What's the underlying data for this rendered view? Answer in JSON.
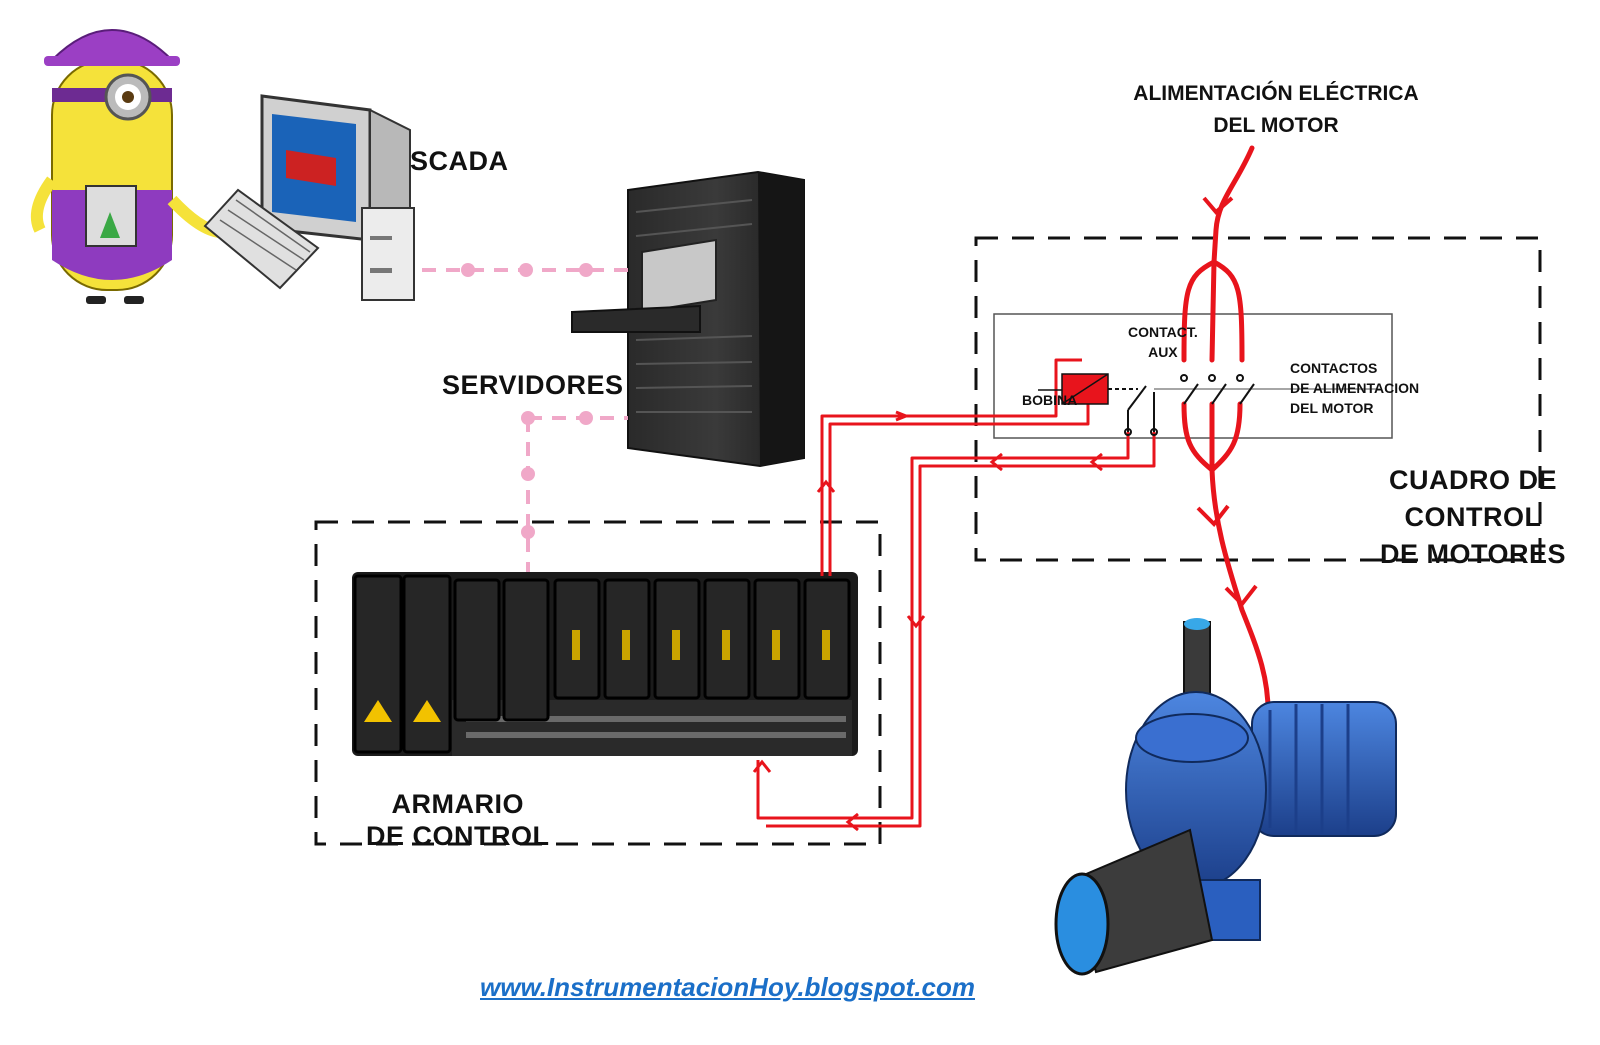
{
  "labels": {
    "scada": "SCADA",
    "servidores": "SERVIDORES",
    "armario_line1": "ARMARIO",
    "armario_line2": "DE CONTROL",
    "cuadro_line1": "CUADRO DE",
    "cuadro_line2": "CONTROL",
    "cuadro_line3": "DE MOTORES",
    "alimentacion_line1": "ALIMENTACIÓN ELÉCTRICA",
    "alimentacion_line2": "DEL MOTOR",
    "contact_aux_line1": "CONTACT.",
    "contact_aux_line2": "AUX",
    "bobina": "BOBINA",
    "contactos_line1": "CONTACTOS",
    "contactos_line2": "DE ALIMENTACION",
    "contactos_line3": "DEL MOTOR"
  },
  "footer": {
    "url": "www.InstrumentacionHoy.blogspot.com"
  },
  "colors": {
    "signal_wire": "#e8141c",
    "network_link": "#f0a8c8",
    "frame_dash": "#111111",
    "motor_blue": "#2a5fbf",
    "url_blue": "#1b6fc8"
  },
  "icons": [
    "operator-figure",
    "scada-computer-icon",
    "server-rack-icon",
    "plc-rack-icon",
    "coil-icon",
    "pump-motor-icon"
  ]
}
